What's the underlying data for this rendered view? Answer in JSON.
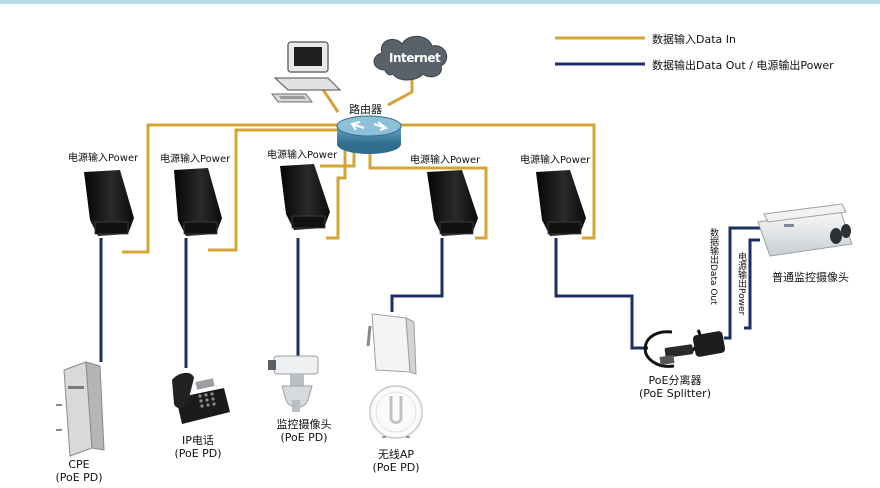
{
  "colors": {
    "data_in": "#d4a437",
    "data_out": "#1c2f63",
    "topbar": "#b8dcea"
  },
  "legend": {
    "data_in": "数据输入Data In",
    "data_out": "数据输出Data Out / 电源输出Power"
  },
  "network": {
    "internet": "Internet",
    "router": "路由器"
  },
  "injectors": [
    {
      "label": "电源输入Power"
    },
    {
      "label": "电源输入Power"
    },
    {
      "label": "电源输入Power"
    },
    {
      "label": "电源输入Power"
    },
    {
      "label": "电源输入Power"
    }
  ],
  "devices": {
    "cpe": {
      "name": "CPE",
      "type": "(PoE PD)"
    },
    "phone": {
      "name": "IP电话",
      "type": "(PoE PD)"
    },
    "camera": {
      "name": "监控摄像头",
      "type": "(PoE PD)"
    },
    "ap": {
      "name": "无线AP",
      "type": "(PoE PD)"
    },
    "splitter": {
      "name": "PoE分离器",
      "type": "(PoE Splitter)"
    },
    "regular_camera": {
      "name": "普通监控摄像头"
    }
  },
  "splitter_outputs": {
    "data_out": "数据输出Data Out",
    "power_out": "电源输出Power"
  }
}
